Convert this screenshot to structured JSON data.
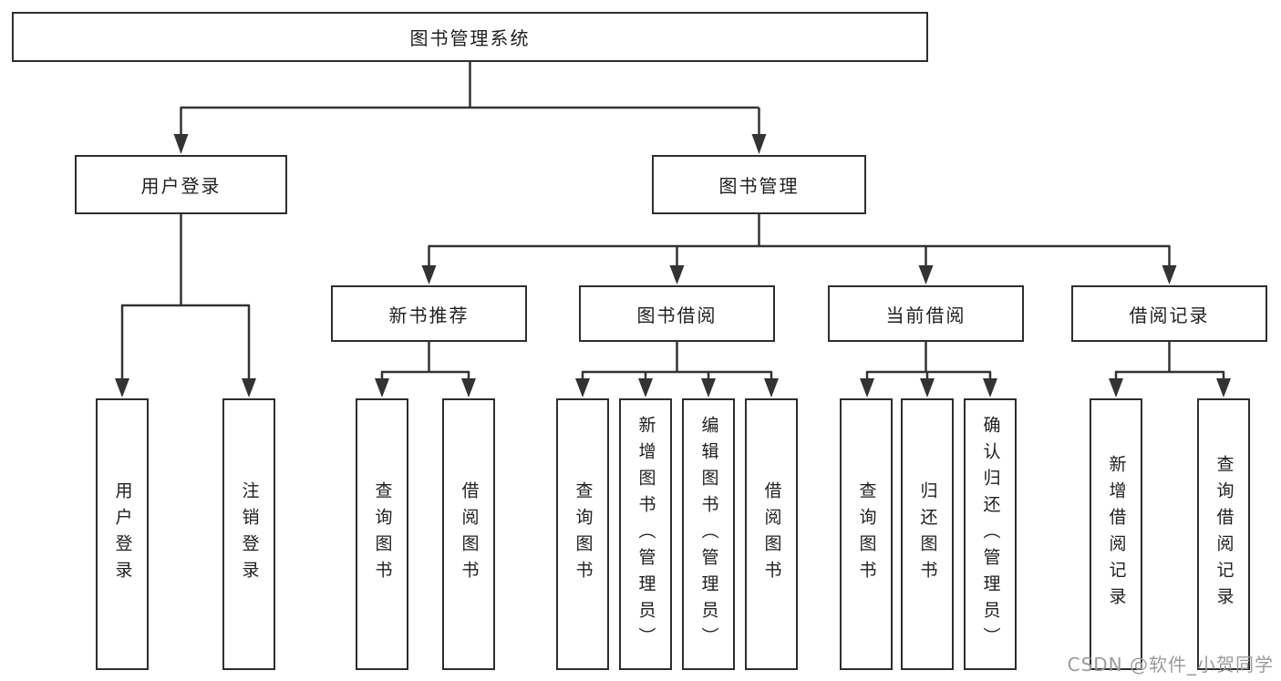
{
  "diagram": {
    "root": {
      "label": "图书管理系统"
    },
    "branches": [
      {
        "label": "用户登录",
        "children": [
          {
            "label": "用户登录"
          },
          {
            "label": "注销登录"
          }
        ]
      },
      {
        "label": "图书管理",
        "children": [
          {
            "label": "新书推荐",
            "children": [
              {
                "label": "查询图书"
              },
              {
                "label": "借阅图书"
              }
            ]
          },
          {
            "label": "图书借阅",
            "children": [
              {
                "label": "查询图书"
              },
              {
                "label": "新增图书（管理员）"
              },
              {
                "label": "编辑图书（管理员）"
              },
              {
                "label": "借阅图书"
              }
            ]
          },
          {
            "label": "当前借阅",
            "children": [
              {
                "label": "查询图书"
              },
              {
                "label": "归还图书"
              },
              {
                "label": "确认归还（管理员）"
              }
            ]
          },
          {
            "label": "借阅记录",
            "children": [
              {
                "label": "新增借阅记录"
              },
              {
                "label": "查询借阅记录"
              }
            ]
          }
        ]
      }
    ]
  },
  "watermark": {
    "text": "CSDN @软件_小贺同学"
  },
  "colors": {
    "line": "#333333",
    "box_border": "#2e2e2e",
    "text": "#1f1f1f",
    "watermark": "#9b9b9b",
    "background": "#ffffff"
  }
}
